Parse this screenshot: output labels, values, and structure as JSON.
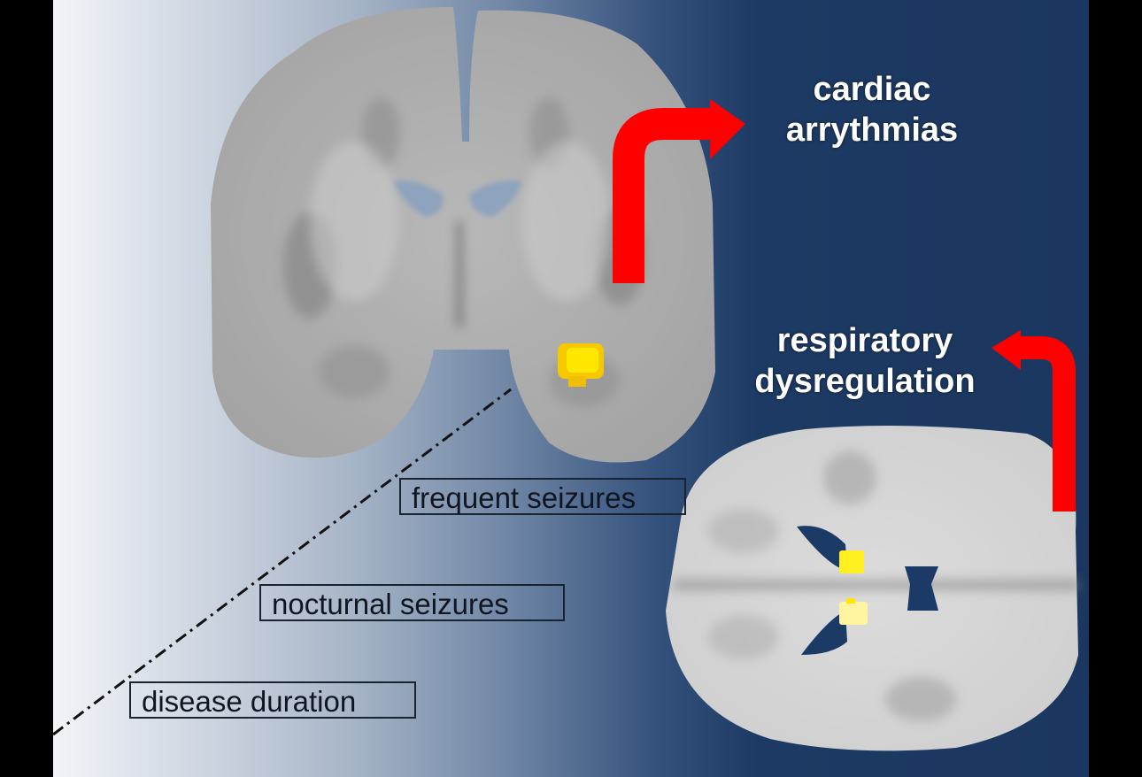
{
  "figure": {
    "background_colors": {
      "left": "#f2f4f8",
      "right": "#1b375f",
      "frame": "#000000"
    },
    "outcomes": [
      {
        "id": "cardiac",
        "lines": [
          "cardiac",
          "arrythmias"
        ],
        "arrow_color": "#ff0000"
      },
      {
        "id": "respiratory",
        "lines": [
          "respiratory",
          "dysregulation"
        ],
        "arrow_color": "#ff0000"
      }
    ],
    "risk_factors": [
      {
        "label": "frequent seizures"
      },
      {
        "label": "nocturnal seizures"
      },
      {
        "label": "disease duration"
      }
    ],
    "images": [
      {
        "name": "coronal-brain-slice",
        "highlight_color": "#ffd800"
      },
      {
        "name": "axial-brain-slice",
        "highlight_color": "#fff200"
      }
    ]
  }
}
